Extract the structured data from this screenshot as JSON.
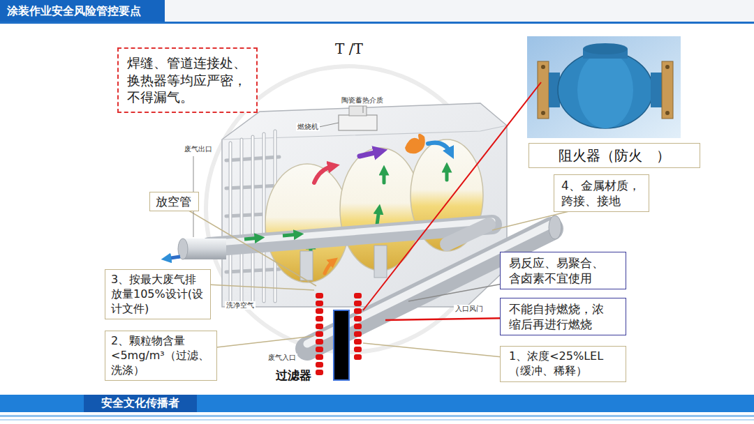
{
  "diagram": {
    "title": "涂装作业安全风险管控要点",
    "nodes": [
      {
        "text": [
          "焊缝、管道连接处、 换热器等均应严密， 不得漏气。"
        ]
      },
      {
        "text": [
          "阻火器（防火　）"
        ]
      },
      {
        "text": [
          "4、金属材质， 跨接、接地"
        ]
      },
      {
        "text": [
          "放空管"
        ]
      },
      {
        "text": [
          "易反应、易聚合、 含卤素不宜使用"
        ]
      },
      {
        "text": [
          "3、按最大废气排 放量105%设计(设 计文件)"
        ]
      },
      {
        "text": [
          "不能自持燃烧，浓 缩后再进行燃烧"
        ]
      },
      {
        "text": [
          "2、颗粒物含量 <5mg/m³（过滤、 洗涤）"
        ]
      },
      {
        "text": [
          "1、浓度<25%LEL （缓冲、稀释）"
        ]
      },
      {
        "text": [
          "安全文化传播者"
        ]
      }
    ],
    "labels": [
      "T /T",
      "陶瓷蓄热介质",
      "燃烧机",
      "废气出口",
      "洗净空气",
      "入口风门",
      "废气入口",
      "过滤器"
    ]
  }
}
